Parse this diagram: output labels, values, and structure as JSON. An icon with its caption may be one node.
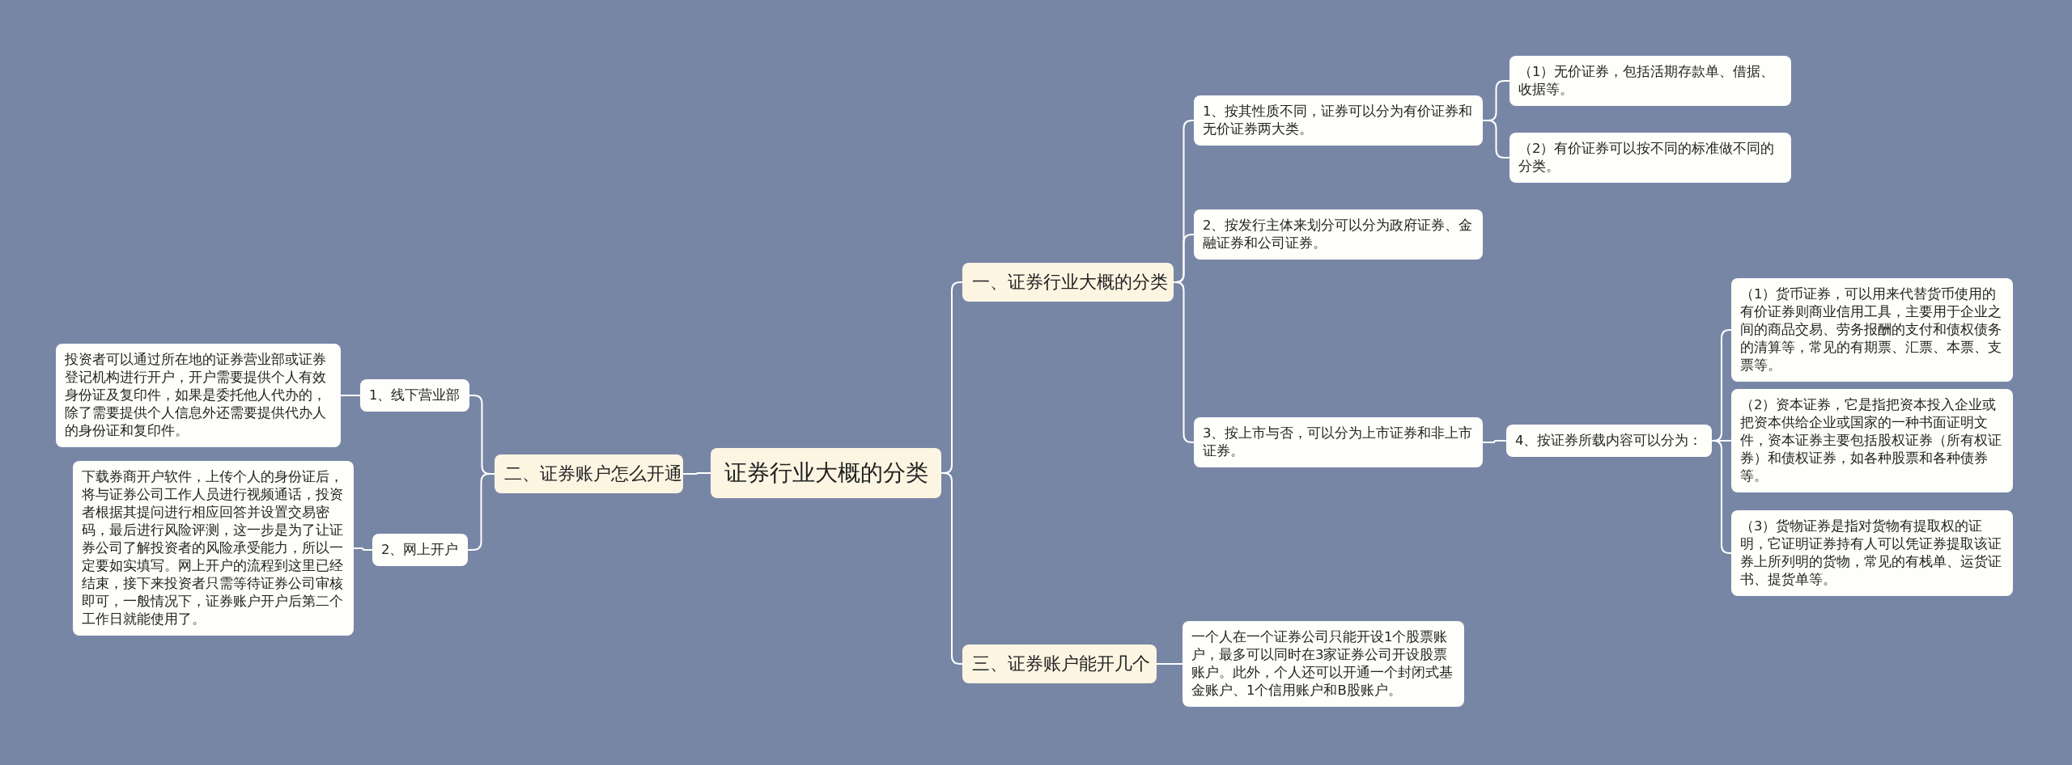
{
  "diagram": {
    "nodes": [
      {
        "text": [
          "证券行业大概的分类"
        ]
      },
      {
        "text": [
          "一、证券行业大概的分类"
        ]
      },
      {
        "text": [
          "1、按其性质不同，证券可以分为有价证券和无价证券两大类。"
        ]
      },
      {
        "text": [
          "（1）无价证券，包括活期存款单、借据、收据等。"
        ]
      },
      {
        "text": [
          "（2）有价证券可以按不同的标准做不同的分类。"
        ]
      },
      {
        "text": [
          "2、按发行主体来划分可以分为政府证券、金融证券和公司证券。"
        ]
      },
      {
        "text": [
          "3、按上市与否，可以分为上市证券和非上市证券。"
        ]
      },
      {
        "text": [
          "4、按证券所载内容可以分为："
        ]
      },
      {
        "text": [
          "（1）货币证券，可以用来代替货币使用的有价证券则商业信用工具，主要用于企业之间的商品交易、劳务报酬的支付和债权债务的清算等，常见的有期票、汇票、本票、支票等。"
        ]
      },
      {
        "text": [
          "（2）资本证券，它是指把资本投入企业或把资本供给企业或国家的一种书面证明文件，资本证券主要包括股权证券（所有权证券）和债权证券，如各种股票和各种债券等。"
        ]
      },
      {
        "text": [
          "（3）货物证券是指对货物有提取权的证明，它证明证券持有人可以凭证券提取该证券上所列明的货物，常见的有栈单、运货证书、提货单等。"
        ]
      },
      {
        "text": [
          "三、证券账户能开几个"
        ]
      },
      {
        "text": [
          "一个人在一个证券公司只能开设1个股票账户，最多可以同时在3家证券公司开设股票账户。此外，个人还可以开通一个封闭式基金账户、1个信用账户和B股账户。"
        ]
      },
      {
        "text": [
          "二、证券账户怎么开通"
        ]
      },
      {
        "text": [
          "1、线下营业部"
        ]
      },
      {
        "text": [
          "投资者可以通过所在地的证券营业部或证券登记机构进行开户，开户需要提供个人有效身份证及复印件，如果是委托他人代办的，除了需要提供个人信息外还需要提供代办人的身份证和复印件。"
        ]
      },
      {
        "text": [
          "2、网上开户"
        ]
      },
      {
        "text": [
          "下载券商开户软件，上传个人的身份证后，将与证券公司工作人员进行视频通话，投资者根据其提问进行相应回答并设置交易密码，最后进行风险评测，这一步是为了让证券公司了解投资者的风险承受能力，所以一定要如实填写。网上开户的流程到这里已经结束，接下来投资者只需等待证券公司审核即可，一般情况下，证券账户开户后第二个工作日就能使用了。"
        ]
      }
    ],
    "edges": [
      {
        "from": 0,
        "to": 1,
        "arrow": "none"
      },
      {
        "from": 0,
        "to": 11,
        "arrow": "none"
      },
      {
        "from": 0,
        "to": 13,
        "arrow": "none"
      },
      {
        "from": 1,
        "to": 2,
        "arrow": "none"
      },
      {
        "from": 1,
        "to": 5,
        "arrow": "none"
      },
      {
        "from": 1,
        "to": 6,
        "arrow": "none"
      },
      {
        "from": 2,
        "to": 3,
        "arrow": "none"
      },
      {
        "from": 2,
        "to": 4,
        "arrow": "none"
      },
      {
        "from": 6,
        "to": 7,
        "arrow": "none"
      },
      {
        "from": 7,
        "to": 8,
        "arrow": "none"
      },
      {
        "from": 7,
        "to": 9,
        "arrow": "none"
      },
      {
        "from": 7,
        "to": 10,
        "arrow": "none"
      },
      {
        "from": 11,
        "to": 12,
        "arrow": "none"
      },
      {
        "from": 13,
        "to": 14,
        "arrow": "none"
      },
      {
        "from": 13,
        "to": 16,
        "arrow": "none"
      },
      {
        "from": 14,
        "to": 15,
        "arrow": "none"
      },
      {
        "from": 16,
        "to": 17,
        "arrow": "none"
      }
    ]
  }
}
